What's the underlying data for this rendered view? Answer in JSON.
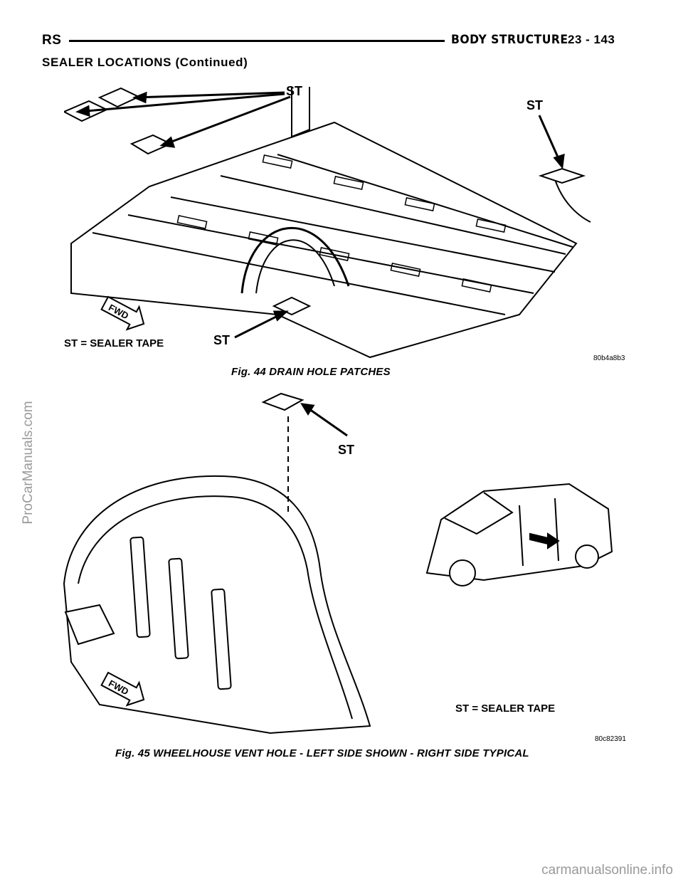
{
  "header": {
    "left": "RS",
    "title": "BODY STRUCTURE",
    "page": "23 - 143"
  },
  "section_title": "SEALER LOCATIONS (Continued)",
  "figure44": {
    "callouts": [
      "ST",
      "ST",
      "ST"
    ],
    "fwd": "FWD",
    "legend": "ST = SEALER TAPE",
    "code": "80b4a8b3",
    "caption": "Fig. 44 DRAIN HOLE PATCHES"
  },
  "figure45": {
    "callout": "ST",
    "fwd": "FWD",
    "legend": "ST = SEALER TAPE",
    "code": "80c82391",
    "caption": "Fig. 45 WHEELHOUSE VENT HOLE - LEFT SIDE SHOWN - RIGHT SIDE TYPICAL"
  },
  "watermarks": {
    "left": "ProCarManuals.com",
    "bottom": "carmanualsonline.info"
  }
}
